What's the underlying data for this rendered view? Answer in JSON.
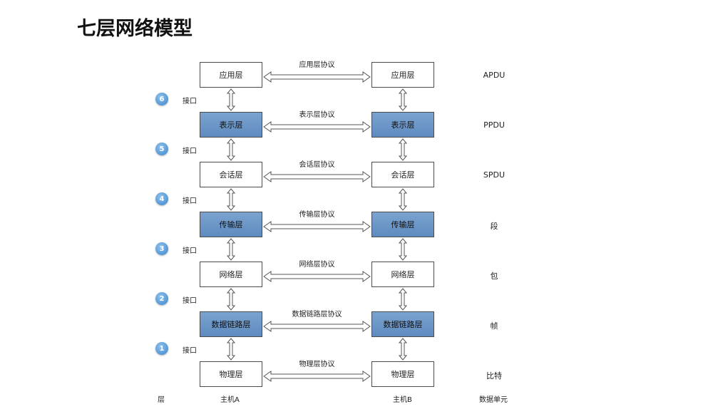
{
  "title": "七层网络模型",
  "layers": [
    {
      "name": "应用层",
      "protocol": "应用层协议",
      "pdu": "APDU",
      "shaded": false
    },
    {
      "name": "表示层",
      "protocol": "表示层协议",
      "pdu": "PPDU",
      "shaded": true
    },
    {
      "name": "会话层",
      "protocol": "会话层协议",
      "pdu": "SPDU",
      "shaded": false
    },
    {
      "name": "传输层",
      "protocol": "传输层协议",
      "pdu": "段",
      "shaded": true
    },
    {
      "name": "网络层",
      "protocol": "网络层协议",
      "pdu": "包",
      "shaded": false
    },
    {
      "name": "数据链路层",
      "protocol": "数据链路层协议",
      "pdu": "帧",
      "shaded": true
    },
    {
      "name": "物理层",
      "protocol": "物理层协议",
      "pdu": "比特",
      "shaded": false
    }
  ],
  "interfaces": [
    {
      "number": "6",
      "label": "接口"
    },
    {
      "number": "5",
      "label": "接口"
    },
    {
      "number": "4",
      "label": "接口"
    },
    {
      "number": "3",
      "label": "接口"
    },
    {
      "number": "2",
      "label": "接口"
    },
    {
      "number": "1",
      "label": "接口"
    }
  ],
  "footer": {
    "layer_label": "层",
    "host_a": "主机A",
    "host_b": "主机B",
    "data_unit": "数据单元"
  },
  "colors": {
    "shaded_layer": "#6a96c8",
    "badge": "#3a86cc",
    "border": "#4a4a4a"
  }
}
